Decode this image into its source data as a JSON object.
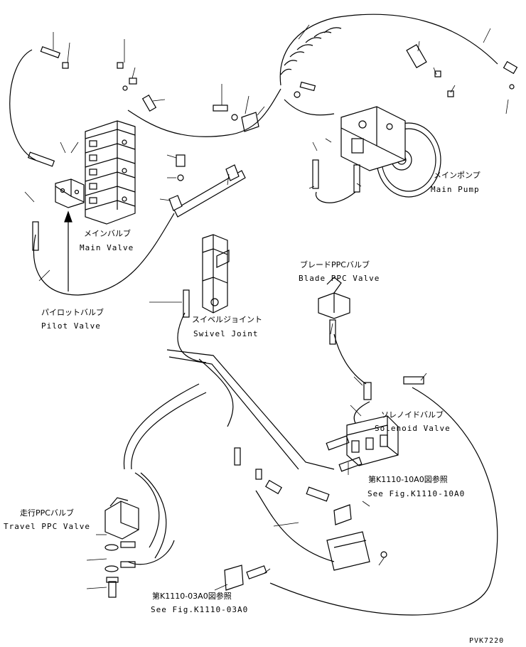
{
  "labels": {
    "main_valve_ja": "メインバルブ",
    "main_valve_en": "Main Valve",
    "main_pump_ja": "メインポンプ",
    "main_pump_en": "Main Pump",
    "pilot_valve_ja": "パイロットバルブ",
    "pilot_valve_en": "Pilot Valve",
    "swivel_joint_ja": "スイベルジョイント",
    "swivel_joint_en": "Swivel Joint",
    "blade_ppc_valve_ja": "ブレードPPCバルブ",
    "blade_ppc_valve_en": "Blade PPC Valve",
    "solenoid_valve_ja": "ソレノイドバルブ",
    "solenoid_valve_en": "Solenoid Valve",
    "see_fig_k1110_10a0_ja": "第K1110-10A0図参照",
    "see_fig_k1110_10a0_en": "See Fig.K1110-10A0",
    "travel_ppc_valve_ja": "走行PPCバルブ",
    "travel_ppc_valve_en": "Travel PPC Valve",
    "see_fig_k1110_03a0_ja": "第K1110-03A0図参照",
    "see_fig_k1110_03a0_en": "See Fig.K1110-03A0",
    "drawing_code": "PVK7220"
  }
}
